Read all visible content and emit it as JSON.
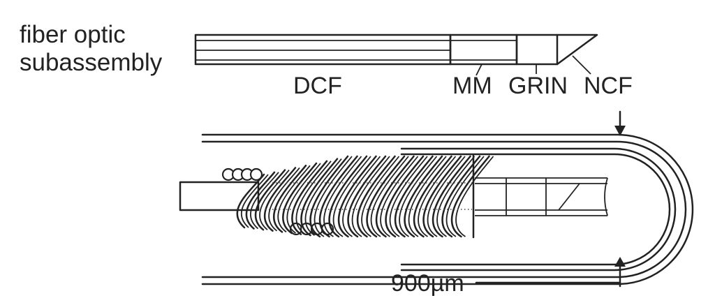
{
  "title": {
    "line1": "fiber optic",
    "line2": "subassembly"
  },
  "labels": {
    "dcf": "DCF",
    "mm": "MM",
    "grin": "GRIN",
    "ncf": "NCF",
    "dimension": "900µm"
  },
  "colors": {
    "stroke": "#222222",
    "background": "#ffffff"
  }
}
